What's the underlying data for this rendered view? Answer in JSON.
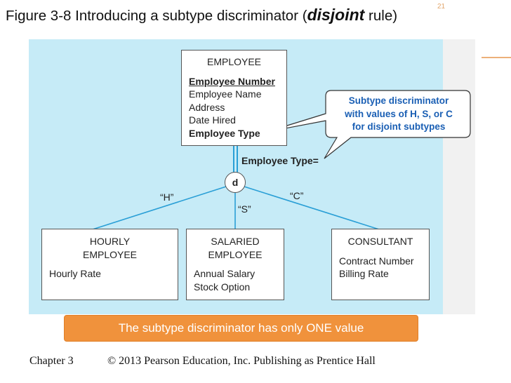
{
  "slide": {
    "title_prefix": "Figure 3-8 Introducing a subtype discriminator (",
    "title_emphasis": "disjoint",
    "title_suffix": " rule)",
    "page_number": "21"
  },
  "supertype": {
    "name": "EMPLOYEE",
    "identifier": "Employee Number",
    "attributes": [
      "Employee Name",
      "Address",
      "Date Hired"
    ],
    "discriminator_attribute": "Employee Type"
  },
  "discriminator": {
    "label": "Employee Type=",
    "symbol": "d",
    "values": [
      "“H”",
      "“S”",
      "“C”"
    ]
  },
  "callout": {
    "lines": [
      "Subtype discriminator",
      "with values of H, S, or C",
      "for disjoint subtypes"
    ]
  },
  "subtypes": [
    {
      "name_lines": [
        "HOURLY",
        "EMPLOYEE"
      ],
      "attributes": [
        "Hourly Rate"
      ]
    },
    {
      "name_lines": [
        "SALARIED",
        "EMPLOYEE"
      ],
      "attributes": [
        "Annual Salary",
        "Stock Option"
      ]
    },
    {
      "name_lines": [
        "CONSULTANT"
      ],
      "attributes": [
        "Contract Number",
        "Billing Rate"
      ]
    }
  ],
  "banner": "The subtype discriminator has only ONE value",
  "footer": {
    "chapter": "Chapter 3",
    "copyright": "© 2013 Pearson Education, Inc.  Publishing as Prentice Hall"
  },
  "colors": {
    "panel": "#c6ebf7",
    "connector": "#2a9fd6",
    "callout_text": "#1a5fb4",
    "banner": "#f0923c"
  }
}
